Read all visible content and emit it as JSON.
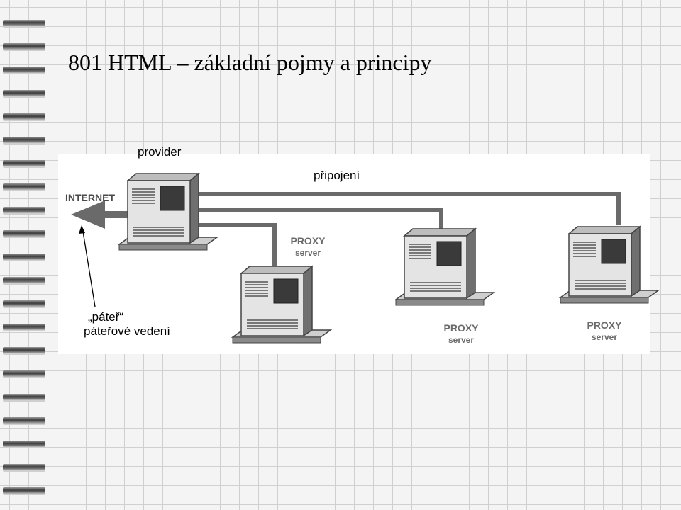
{
  "slide": {
    "title": "801 HTML – základní pojmy a principy"
  },
  "diagram": {
    "internet_label": "INTERNET",
    "proxy_servers": [
      {
        "line1": "PROXY",
        "line2": "server"
      },
      {
        "line1": "PROXY",
        "line2": "server"
      },
      {
        "line1": "PROXY",
        "line2": "server"
      }
    ]
  },
  "annotations": {
    "provider": "provider",
    "pripojeni": "připojení",
    "pater": "„páteř“",
    "paterove_vedeni": "páteřové vedení"
  }
}
